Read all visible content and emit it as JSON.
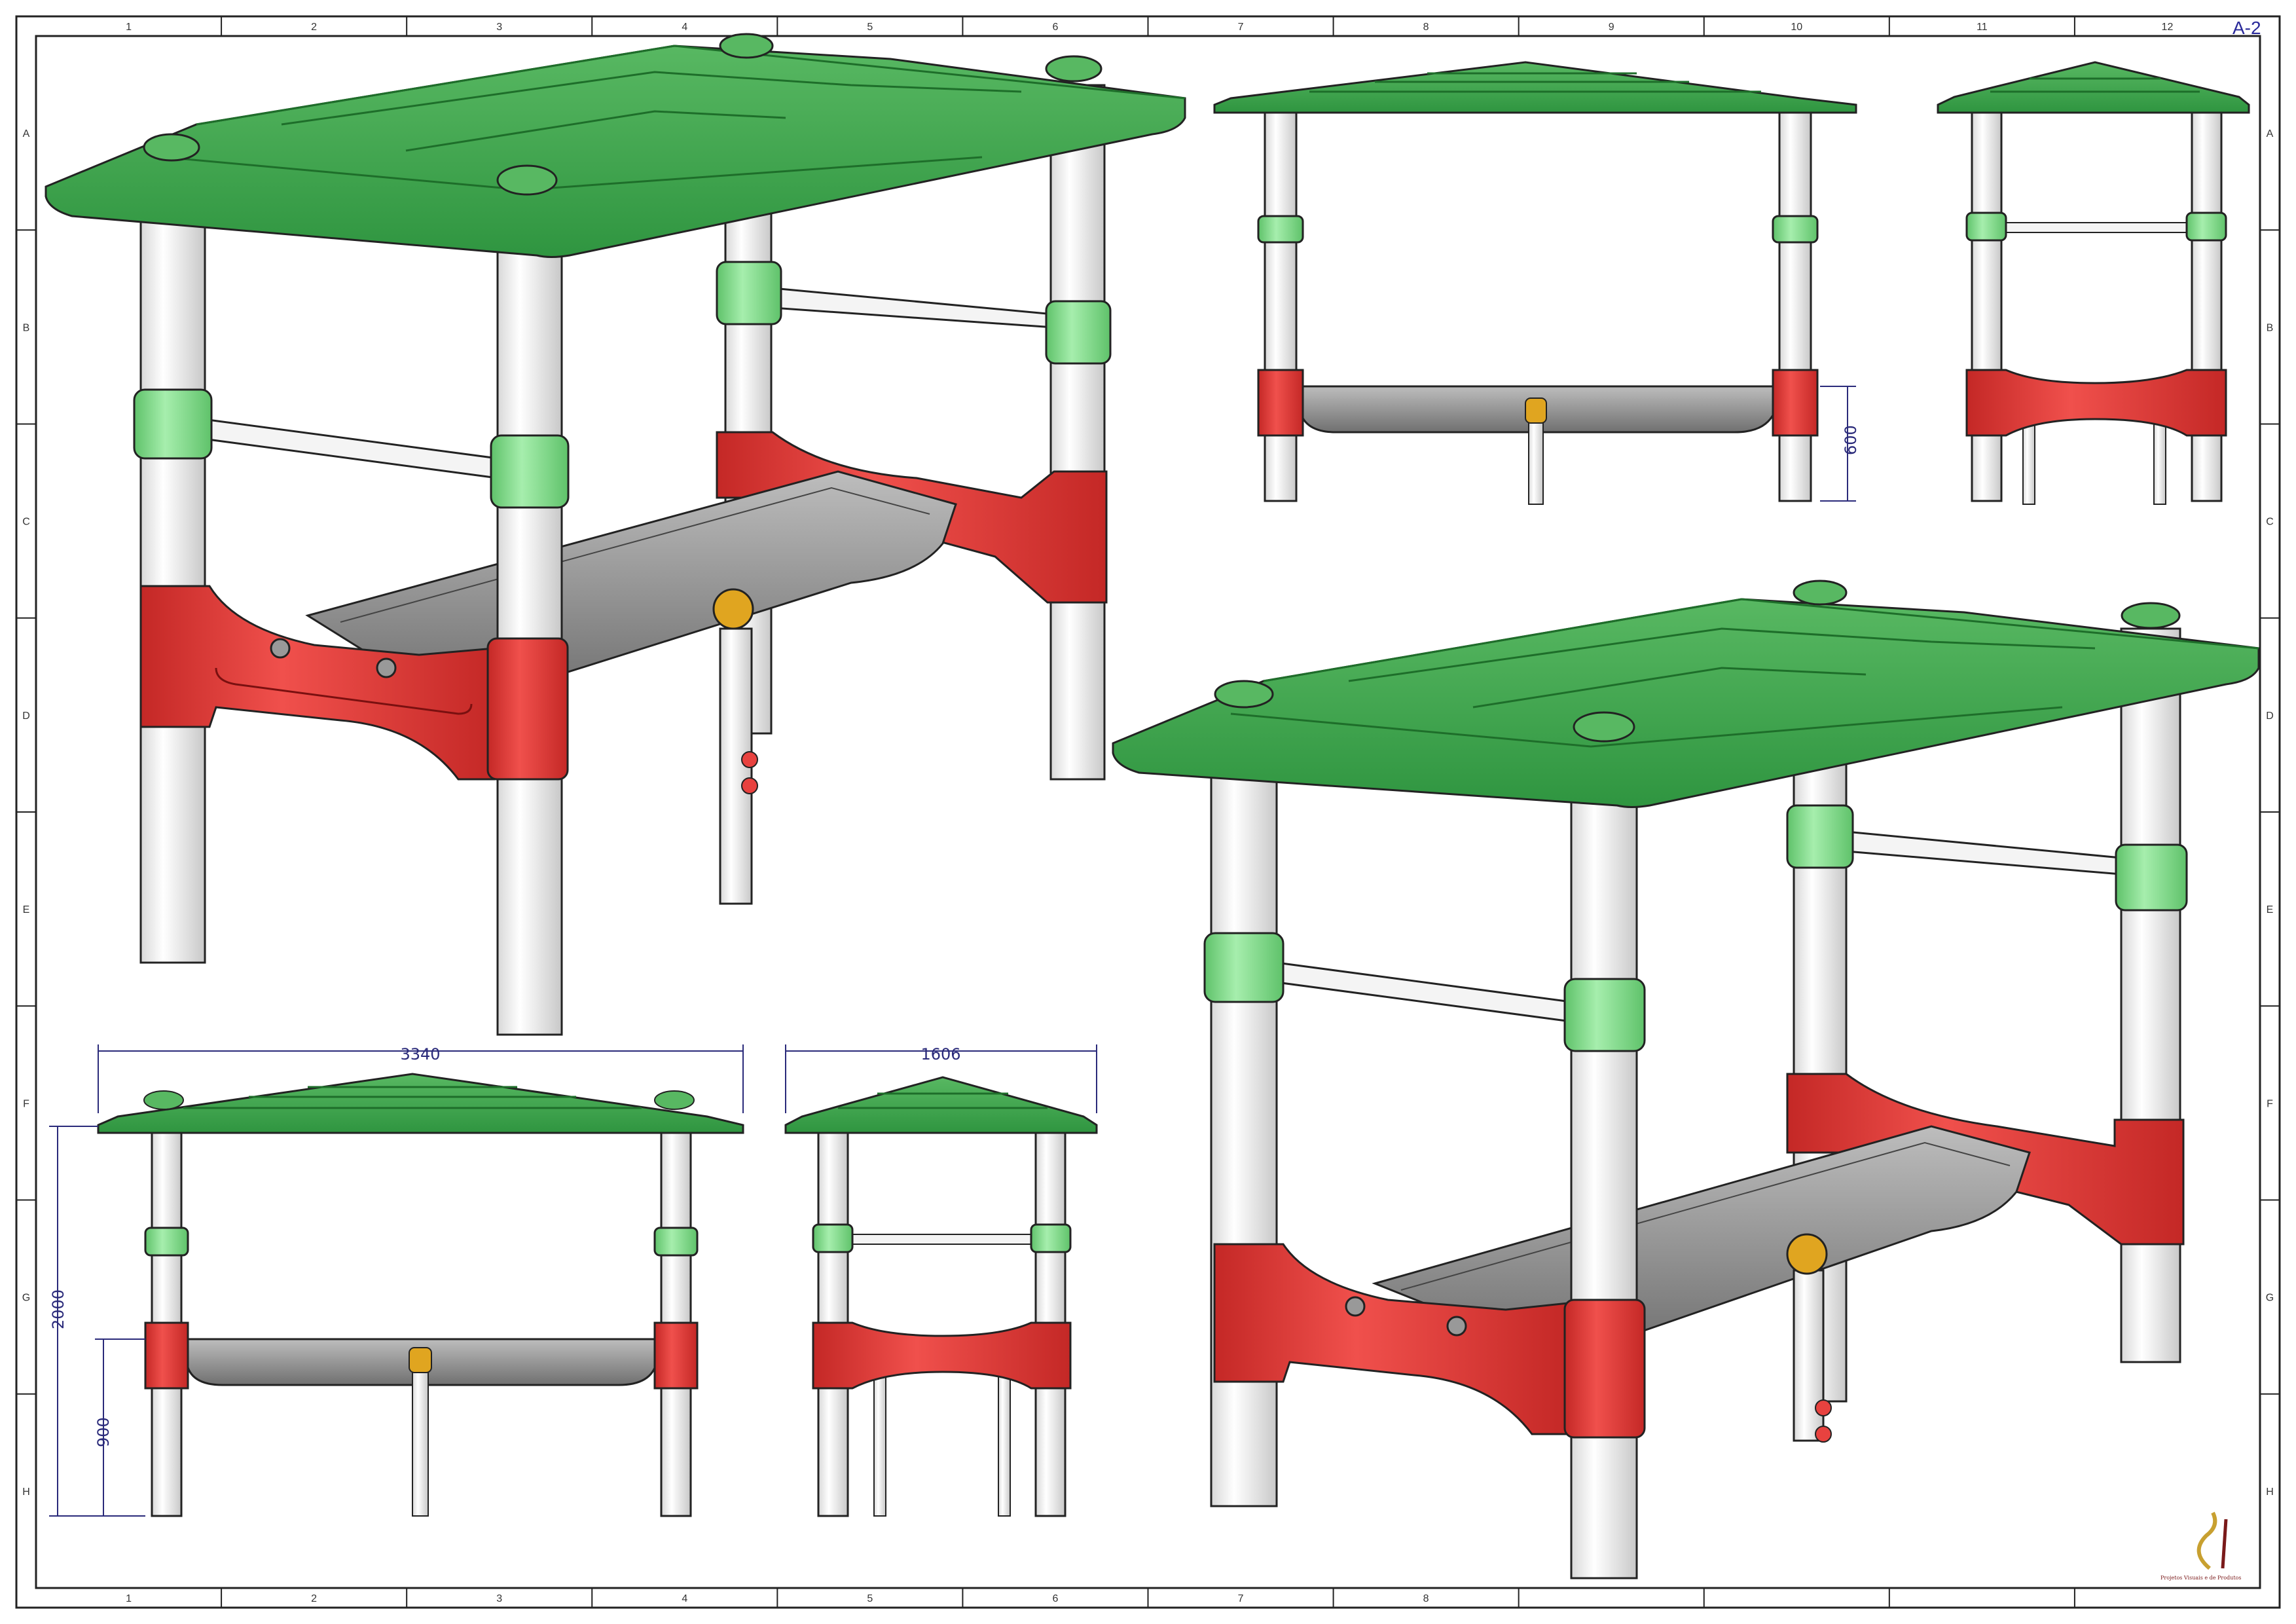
{
  "sheet": {
    "number": "A-2",
    "columns": [
      "1",
      "2",
      "3",
      "4",
      "5",
      "6",
      "7",
      "8",
      "9",
      "10",
      "11",
      "12"
    ],
    "columns_bottom": [
      "1",
      "2",
      "3",
      "4",
      "5",
      "6",
      "7",
      "8"
    ],
    "rows": [
      "A",
      "B",
      "C",
      "D",
      "E",
      "F",
      "G",
      "H"
    ]
  },
  "dimensions": {
    "tray_height_side": "600",
    "overall_length": "3340",
    "overall_width": "1606",
    "overall_height": "2000",
    "tray_height": "900"
  },
  "logo": {
    "company_text": "Projetos Visuais e de Produtos"
  },
  "colors": {
    "roof": "#3fa64a",
    "roof_dark": "#1e6e2a",
    "collar": "#7fd88a",
    "post": "#f2f2f2",
    "base": "#e8423f",
    "base_dark": "#a8201e",
    "tray": "#8a8a8a",
    "valve": "#e0a520",
    "line": "#1a1a1a",
    "dimension": "#2a2a7a"
  }
}
